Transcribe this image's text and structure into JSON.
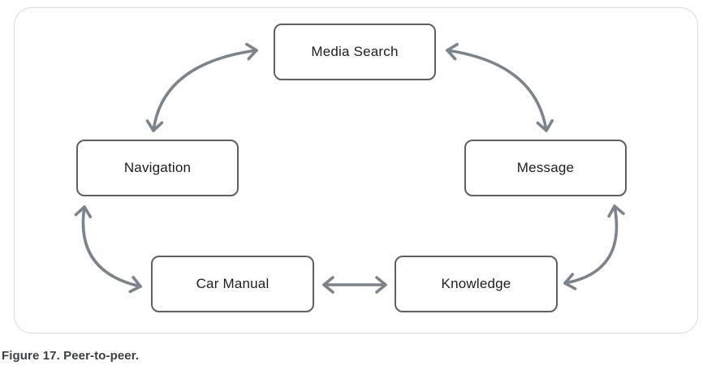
{
  "figure": {
    "caption": "Figure 17. Peer-to-peer."
  },
  "diagram": {
    "title": "Peer-to-peer",
    "nodes": [
      {
        "id": "media-search",
        "label": "Media Search"
      },
      {
        "id": "navigation",
        "label": "Navigation"
      },
      {
        "id": "message",
        "label": "Message"
      },
      {
        "id": "car-manual",
        "label": "Car Manual"
      },
      {
        "id": "knowledge",
        "label": "Knowledge"
      }
    ],
    "edges": [
      {
        "from": "navigation",
        "to": "media-search",
        "bidirectional": true
      },
      {
        "from": "media-search",
        "to": "message",
        "bidirectional": true
      },
      {
        "from": "message",
        "to": "knowledge",
        "bidirectional": true
      },
      {
        "from": "knowledge",
        "to": "car-manual",
        "bidirectional": true
      },
      {
        "from": "car-manual",
        "to": "navigation",
        "bidirectional": true
      }
    ],
    "colors": {
      "arrow": "#7b838c",
      "node_border": "#5c6166",
      "node_text": "#1b1d1f",
      "frame_border": "#d8dadd",
      "caption_text": "#3c4043"
    }
  }
}
